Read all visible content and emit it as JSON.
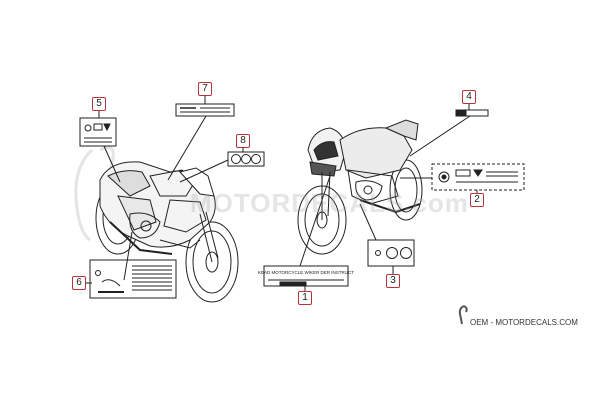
{
  "watermark_text": "MOTORDECALS.com",
  "brand_text": "OEM - MOTORDECALS.COM",
  "label_1_text": "KEAD MOTORCYCLE WIKER DER INSTRUCT",
  "callouts": {
    "c1": "1",
    "c2": "2",
    "c3": "3",
    "c4": "4",
    "c5": "5",
    "c6": "6",
    "c7": "7",
    "c8": "8"
  },
  "colors": {
    "callout_border": "#b5333a",
    "line": "#222222",
    "watermark": "#a0a0a0"
  }
}
